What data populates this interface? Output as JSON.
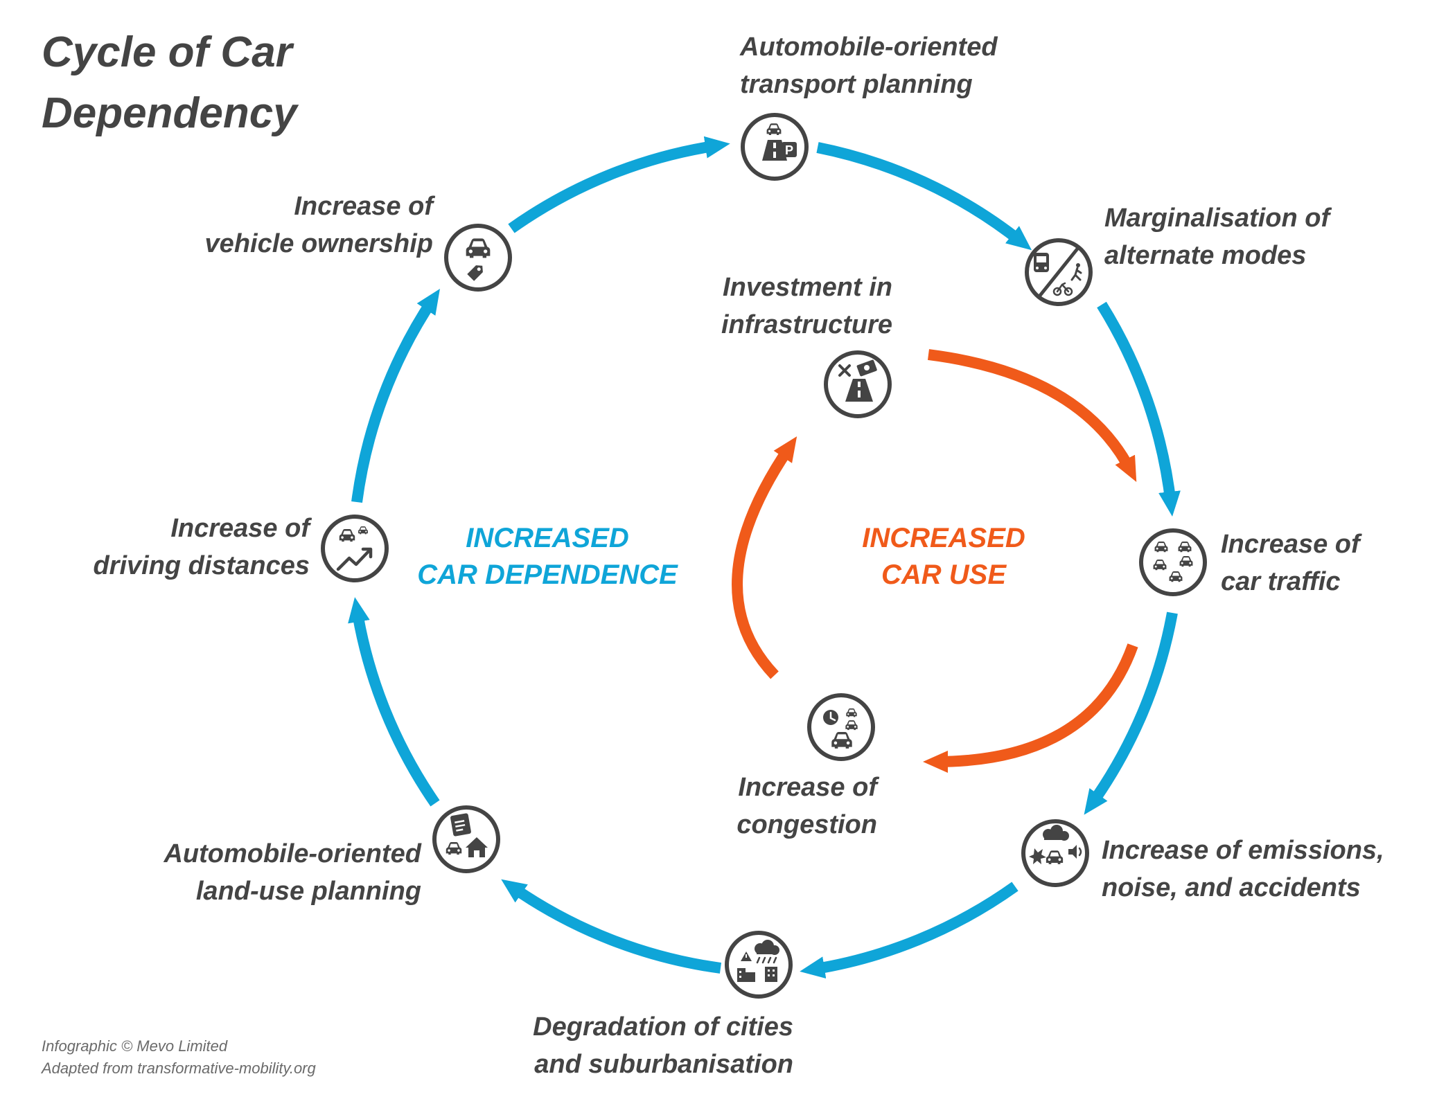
{
  "title": {
    "line1": "Cycle of Car",
    "line2": "Dependency"
  },
  "colors": {
    "outer_cycle": "#0fa5d8",
    "inner_cycle": "#f05a1a",
    "text": "#444444"
  },
  "center": {
    "outer_cycle": {
      "line1": "INCREASED",
      "line2": "CAR DEPENDENCE"
    },
    "inner_cycle": {
      "line1": "INCREASED",
      "line2": "CAR USE"
    }
  },
  "nodes": {
    "transport_planning": {
      "line1": "Automobile-oriented",
      "line2": "transport planning",
      "icon": "road-car-parking-icon"
    },
    "marginalisation": {
      "line1": "Marginalisation of",
      "line2": "alternate modes",
      "icon": "no-bus-walk-bike-icon"
    },
    "car_traffic": {
      "line1": "Increase of",
      "line2": "car traffic",
      "icon": "many-cars-icon"
    },
    "emissions": {
      "line1": "Increase of emissions,",
      "line2": "noise, and accidents",
      "icon": "smog-crash-noise-icon"
    },
    "degradation": {
      "line1": "Degradation of cities",
      "line2": "and suburbanisation",
      "icon": "city-rain-warning-icon"
    },
    "land_use": {
      "line1": "Automobile-oriented",
      "line2": "land-use planning",
      "icon": "plan-car-house-icon"
    },
    "driving_distances": {
      "line1": "Increase of",
      "line2": "driving distances",
      "icon": "cars-trend-up-icon"
    },
    "vehicle_ownership": {
      "line1": "Increase of",
      "line2": "vehicle ownership",
      "icon": "car-price-tag-icon"
    },
    "investment": {
      "line1": "Investment in",
      "line2": "infrastructure",
      "icon": "tools-money-road-icon"
    },
    "congestion": {
      "line1": "Increase of",
      "line2": "congestion",
      "icon": "clock-cars-icon"
    }
  },
  "credit": {
    "line1": "Infographic © Mevo Limited",
    "line2": "Adapted from transformative-mobility.org"
  }
}
